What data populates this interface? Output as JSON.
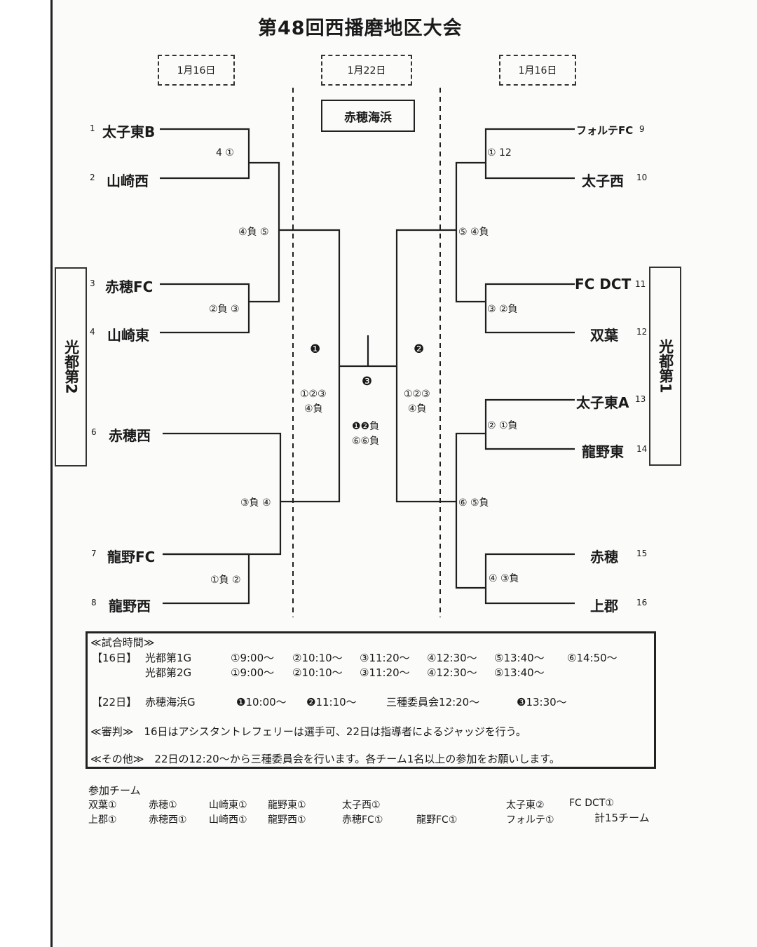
{
  "title": "第48回西播磨地区大会",
  "dates": {
    "left": "1月16日",
    "center": "1月22日",
    "right": "1月16日"
  },
  "venue": "赤穂海浜",
  "blocks": {
    "left": "光都第2",
    "right": "光都第1"
  },
  "left_teams": [
    {
      "num": "1",
      "name": "太子東B"
    },
    {
      "num": "2",
      "name": "山崎西"
    },
    {
      "num": "3",
      "name": "赤穂FC"
    },
    {
      "num": "4",
      "name": "山崎東"
    },
    {
      "num": "6",
      "name": "赤穂西"
    },
    {
      "num": "7",
      "name": "龍野FC"
    },
    {
      "num": "8",
      "name": "龍野西"
    }
  ],
  "right_teams": [
    {
      "num": "9",
      "name": "フォルテFC"
    },
    {
      "num": "10",
      "name": "太子西"
    },
    {
      "num": "11",
      "name": "FC DCT"
    },
    {
      "num": "12",
      "name": "双葉"
    },
    {
      "num": "13",
      "name": "太子東A"
    },
    {
      "num": "14",
      "name": "龍野東"
    },
    {
      "num": "15",
      "name": "赤穂"
    },
    {
      "num": "16",
      "name": "上郡"
    }
  ],
  "match_labels": {
    "l_m1": "4 ①",
    "l_m2": "②負 ③",
    "l_m3": "④負 ⑤",
    "l_m4": "①負 ②",
    "l_m5": "③負 ④",
    "r_m1": "① 12",
    "r_m2": "③ ②負",
    "r_m3": "⑤ ④負",
    "r_m4": "② ①負",
    "r_m5": "④ ③負",
    "r_m6": "⑥ ⑤負",
    "semi_left_mark": "❶",
    "semi_left_info_1": "①②③",
    "semi_left_info_2": "④負",
    "semi_right_mark": "❷",
    "semi_right_info_1": "①②③",
    "semi_right_info_2": "④負",
    "final_mark": "❸",
    "final_info_1": "❶❷負",
    "final_info_2": "⑥⑥負"
  },
  "schedule": {
    "heading": "≪試合時間≫",
    "day16_label": "【16日】",
    "g1_name": "光都第1G",
    "g1_times": [
      "①9:00～",
      "②10:10～",
      "③11:20～",
      "④12:30～",
      "⑤13:40～",
      "⑥14:50～"
    ],
    "g2_name": "光都第2G",
    "g2_times": [
      "①9:00～",
      "②10:10～",
      "③11:20～",
      "④12:30～",
      "⑤13:40～"
    ],
    "day22_label": "【22日】",
    "g3_name": "赤穂海浜G",
    "g3_times": [
      "❶10:00～",
      "❷11:10～",
      "三種委員会12:20～",
      "❸13:30～"
    ],
    "referee": "≪審判≫　16日はアシスタントレフェリーは選手可、22日は指導者によるジャッジを行う。",
    "other": "≪その他≫　22日の12:20～から三種委員会を行います。各チーム1名以上の参加をお願いします。"
  },
  "participants": {
    "heading": "参加チーム",
    "row1": [
      "双葉①",
      "赤穂①",
      "山崎東①",
      "龍野東①",
      "太子西①",
      "太子東②",
      "FC DCT①"
    ],
    "row2": [
      "上郡①",
      "赤穂西①",
      "山崎西①",
      "龍野西①",
      "赤穂FC①",
      "龍野FC①",
      "フォルテ①",
      "計15チーム"
    ]
  },
  "colors": {
    "ink": "#1a1a1a",
    "paper": "#fbfbfa",
    "bleed": "#c6c6c6"
  }
}
